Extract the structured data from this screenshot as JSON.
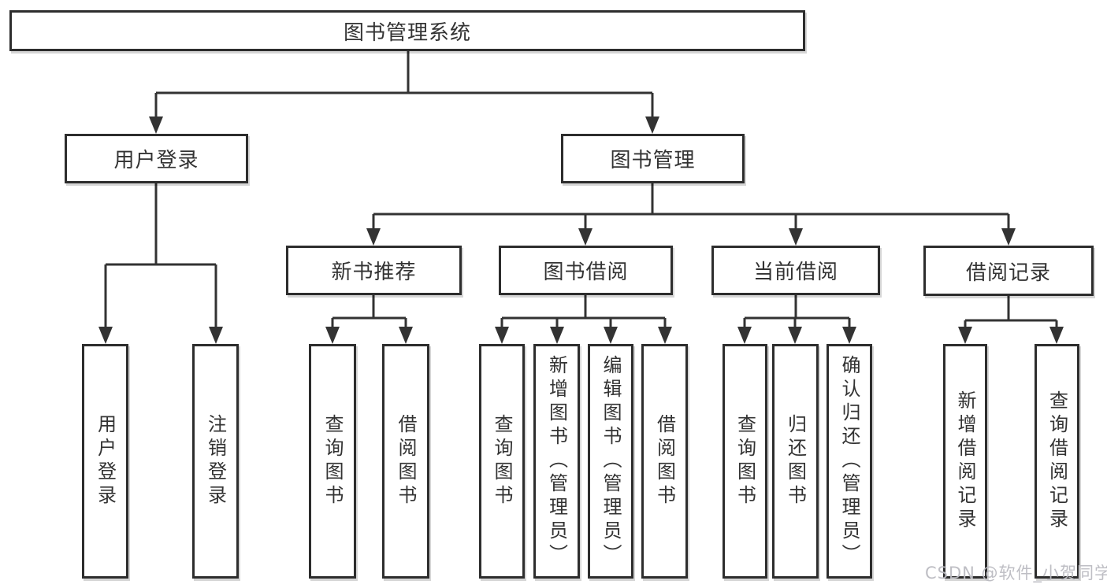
{
  "diagram": {
    "watermark": "CSDN @软件_小贺同学",
    "colors": {
      "line": "#333333",
      "box_border": "#2d2d2d",
      "box_background": "#ffffff",
      "text": "#333333",
      "watermark": "#babac1"
    },
    "nodes": {
      "root": {
        "label": "图书管理系统"
      },
      "login_group": {
        "label": "用户登录"
      },
      "book_mgmt": {
        "label": "图书管理"
      },
      "new_book_rec": {
        "label": "新书推荐"
      },
      "book_borrow": {
        "label": "图书借阅"
      },
      "current_borrow": {
        "label": "当前借阅"
      },
      "borrow_record": {
        "label": "借阅记录"
      },
      "user_login": {
        "label": "用户登录"
      },
      "logout": {
        "label": "注销登录"
      },
      "nbr_query_book": {
        "label": "查询图书"
      },
      "nbr_borrow_book": {
        "label": "借阅图书"
      },
      "bb_query_book": {
        "label": "查询图书"
      },
      "bb_add_book": {
        "label": "新增图书（管理员）"
      },
      "bb_edit_book": {
        "label": "编辑图书（管理员）"
      },
      "bb_borrow_book": {
        "label": "借阅图书"
      },
      "cb_query_book": {
        "label": "查询图书"
      },
      "cb_return_book": {
        "label": "归还图书"
      },
      "cb_confirm_return": {
        "label": "确认归还（管理员）"
      },
      "br_add_record": {
        "label": "新增借阅记录"
      },
      "br_query_record": {
        "label": "查询借阅记录"
      }
    },
    "hierarchy": {
      "root": "图书管理系统",
      "children": [
        {
          "label": "用户登录",
          "children": [
            "用户登录",
            "注销登录"
          ]
        },
        {
          "label": "图书管理",
          "children": [
            {
              "label": "新书推荐",
              "children": [
                "查询图书",
                "借阅图书"
              ]
            },
            {
              "label": "图书借阅",
              "children": [
                "查询图书",
                "新增图书（管理员）",
                "编辑图书（管理员）",
                "借阅图书"
              ]
            },
            {
              "label": "当前借阅",
              "children": [
                "查询图书",
                "归还图书",
                "确认归还（管理员）"
              ]
            },
            {
              "label": "借阅记录",
              "children": [
                "新增借阅记录",
                "查询借阅记录"
              ]
            }
          ]
        }
      ]
    }
  }
}
